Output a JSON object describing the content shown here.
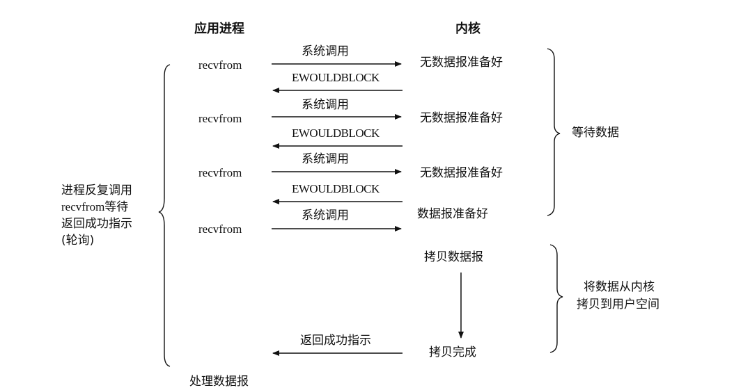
{
  "headers": {
    "app": "应用进程",
    "kernel": "内核"
  },
  "app_calls": [
    "recvfrom",
    "recvfrom",
    "recvfrom",
    "recvfrom"
  ],
  "syscall_labels": [
    "系统调用",
    "系统调用",
    "系统调用",
    "系统调用"
  ],
  "error_labels": [
    "EWOULDBLOCK",
    "EWOULDBLOCK",
    "EWOULDBLOCK"
  ],
  "kernel_states": [
    "无数据报准备好",
    "无数据报准备好",
    "无数据报准备好",
    "数据报准备好"
  ],
  "copy_start": "拷贝数据报",
  "copy_done": "拷贝完成",
  "return_label": "返回成功指示",
  "phases": {
    "wait": "等待数据",
    "copy_line1": "将数据从内核",
    "copy_line2": "拷贝到用户空间"
  },
  "left_note": [
    "进程反复调用",
    "recvfrom等待",
    "返回成功指示",
    "(轮询)"
  ],
  "process_data": "处理数据报"
}
